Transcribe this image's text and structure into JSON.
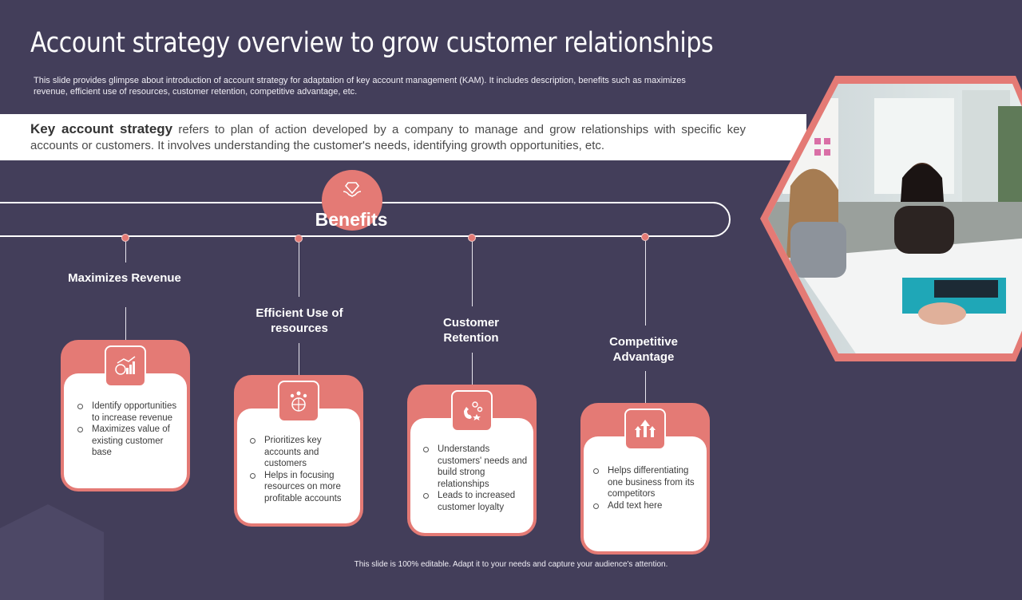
{
  "title": "Account strategy overview to grow customer relationships",
  "subtitle": "This slide provides glimpse about introduction of account strategy for adaptation of key account management (KAM). It includes description, benefits such as maximizes revenue, efficient use of resources, customer retention, competitive advantage, etc.",
  "intro": {
    "term": "Key account strategy",
    "text": " refers to plan of action developed by a company to manage and grow relationships with specific key accounts or customers. It involves understanding the customer's needs, identifying growth opportunities, etc."
  },
  "benefits_label": "Benefits",
  "benefits": [
    {
      "heading": "Maximizes Revenue",
      "icon": "money-growth-chart-icon",
      "bullets": [
        "Identify opportunities to increase revenue",
        "Maximizes value of existing customer base"
      ]
    },
    {
      "heading": "Efficient Use of resources",
      "icon": "team-globe-icon",
      "bullets": [
        "Prioritizes key accounts and customers",
        "Helps in focusing resources on more profitable accounts"
      ]
    },
    {
      "heading": "Customer Retention",
      "icon": "magnet-attract-icon",
      "bullets": [
        "Understands customers' needs and build strong relationships",
        "Leads to increased customer loyalty"
      ]
    },
    {
      "heading": "Competitive Advantage",
      "icon": "rocket-arrows-icon",
      "bullets": [
        "Helps differentiating one business from its competitors",
        "Add text here"
      ]
    }
  ],
  "photo": {
    "icon": "meeting-photo",
    "accent": "#e47a75"
  },
  "footer": "This slide is 100% editable. Adapt it to your needs and capture your audience's attention.",
  "colors": {
    "background": "#433e5a",
    "accent": "#e47a75",
    "card": "#ffffff"
  }
}
